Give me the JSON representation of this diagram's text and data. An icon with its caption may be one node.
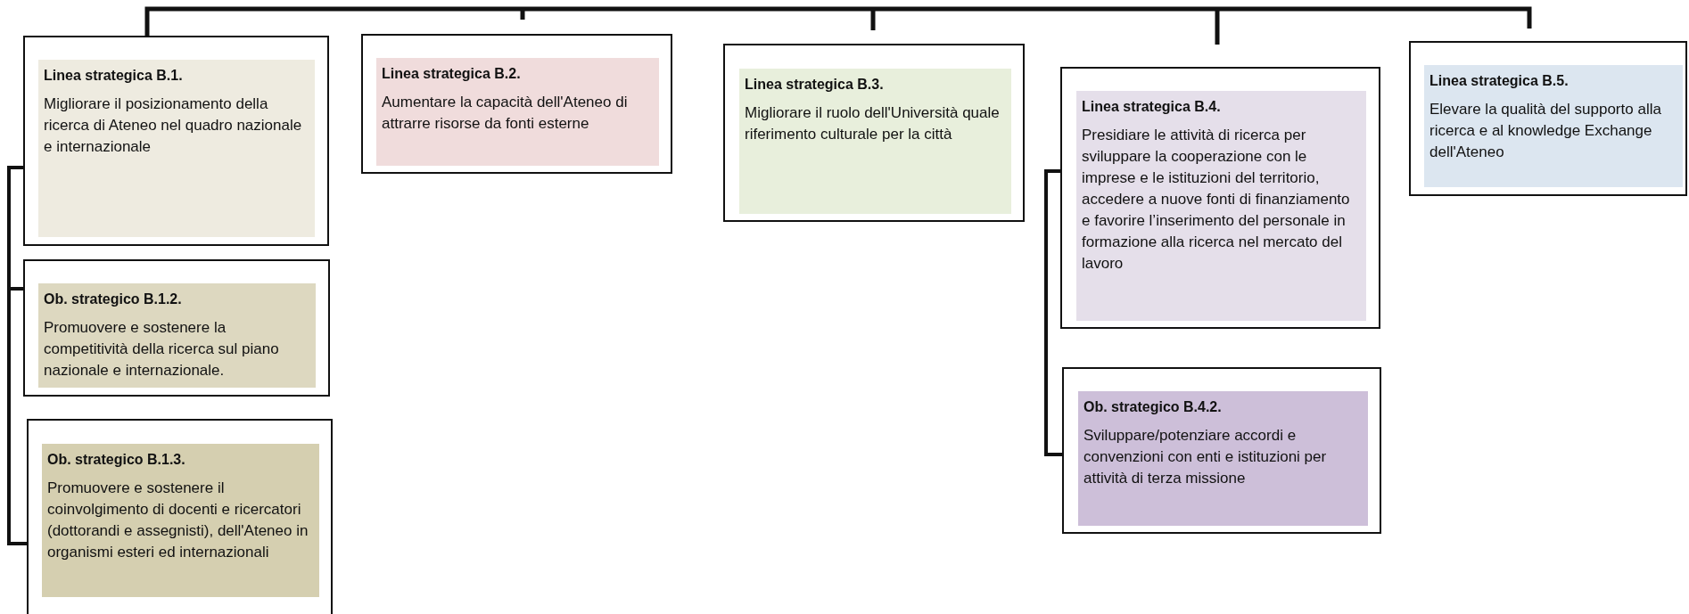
{
  "diagram": {
    "nodes": [
      {
        "text": [
          "Linea strategica B.1.",
          "Migliorare il posizionamento della ricerca di Ateneo nel quadro nazionale e internazionale"
        ]
      },
      {
        "text": [
          "Ob. strategico B.1.2.",
          "Promuovere e sostenere la competitività della ricerca sul piano nazionale e internazionale."
        ]
      },
      {
        "text": [
          "Ob. strategico B.1.3.",
          "Promuovere e sostenere il coinvolgimento di docenti e ricercatori (dottorandi e assegnisti), dell'Ateneo in organismi esteri ed internazionali"
        ]
      },
      {
        "text": [
          "Linea strategica B.2.",
          "Aumentare la capacità dell'Ateneo di attrarre risorse da fonti esterne"
        ]
      },
      {
        "text": [
          "Linea strategica B.3.",
          "Migliorare il ruolo dell'Università quale riferimento culturale per la città"
        ]
      },
      {
        "text": [
          "Linea strategica B.4.",
          "Presidiare le attività di ricerca per sviluppare la cooperazione con le imprese e le istituzioni del territorio, accedere a nuove fonti di finanziamento e favorire l’inserimento del personale in formazione alla ricerca nel mercato del lavoro"
        ]
      },
      {
        "text": [
          "Ob. strategico B.4.2.",
          "Sviluppare/potenziare accordi e convenzioni con enti e istituzioni per attività di terza missione"
        ]
      },
      {
        "text": [
          "Linea strategica B.5.",
          "Elevare la qualità del supporto alla ricerca e al knowledge Exchange dell'Ateneo"
        ]
      }
    ],
    "edges": [
      {
        "from": 0,
        "to": 1,
        "arrow": "none"
      },
      {
        "from": 0,
        "to": 2,
        "arrow": "none"
      },
      {
        "from": 5,
        "to": 6,
        "arrow": "none"
      }
    ]
  }
}
